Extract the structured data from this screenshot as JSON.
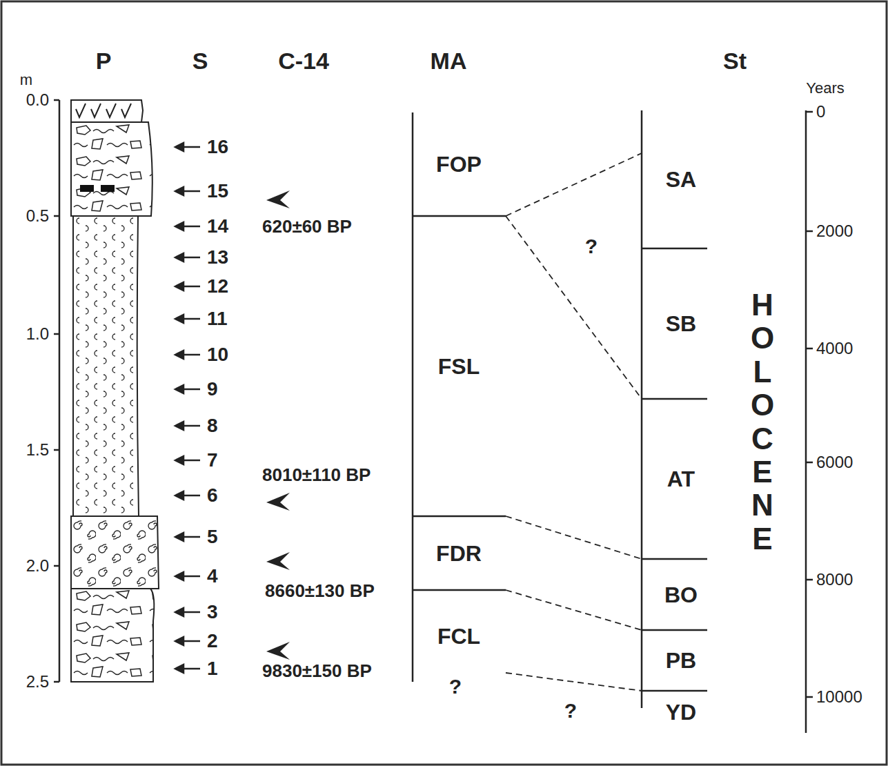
{
  "diagram": {
    "nodes": [
      {
        "text": [
          "FOP"
        ]
      },
      {
        "text": [
          "FSL"
        ]
      },
      {
        "text": [
          "FDR"
        ]
      },
      {
        "text": [
          "FCL"
        ]
      },
      {
        "text": [
          "SA"
        ]
      },
      {
        "text": [
          "SB"
        ]
      },
      {
        "text": [
          "AT"
        ]
      },
      {
        "text": [
          "BO"
        ]
      },
      {
        "text": [
          "PB"
        ]
      },
      {
        "text": [
          "YD"
        ]
      }
    ],
    "labels": [
      "P",
      "S",
      "C-14",
      "MA",
      "St",
      "m",
      "0.0",
      "0.5",
      "1.0",
      "1.5",
      "2.0",
      "2.5",
      "16",
      "15",
      "14",
      "13",
      "12",
      "11",
      "10",
      "9",
      "8",
      "7",
      "6",
      "5",
      "4",
      "3",
      "2",
      "1",
      "620±60 BP",
      "8010±110 BP",
      "8660±130 BP",
      "9830±150 BP",
      "?",
      "?",
      "?",
      "Years",
      "0",
      "2000",
      "4000",
      "6000",
      "8000",
      "10000",
      "HOLOCENE"
    ]
  }
}
